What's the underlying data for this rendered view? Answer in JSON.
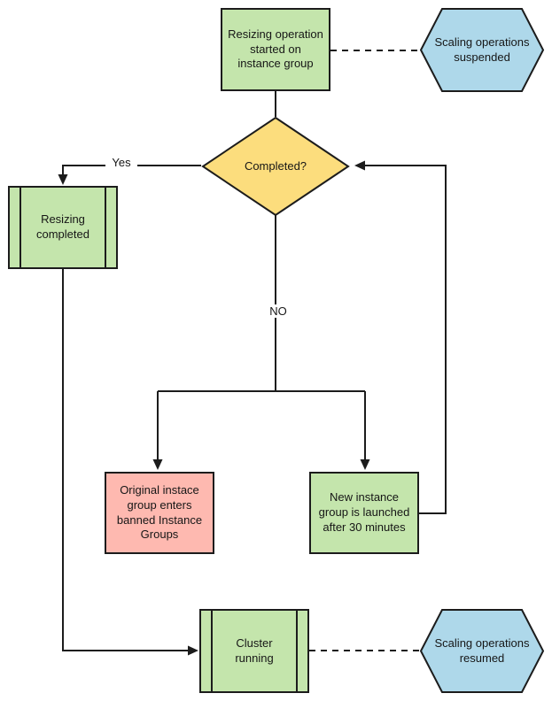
{
  "flowchart": {
    "nodes": {
      "resize_start": {
        "label": "Resizing operation\nstarted on\ninstance group",
        "shape": "process"
      },
      "scaling_suspended": {
        "label": "Scaling operations\nsuspended",
        "shape": "hexagon"
      },
      "completed": {
        "label": "Completed?",
        "shape": "decision"
      },
      "resizing_completed": {
        "label": "Resizing\ncompleted",
        "shape": "predefined-process"
      },
      "banned_group": {
        "label": "Original instace\ngroup enters\nbanned Instance\nGroups",
        "shape": "process"
      },
      "new_instance": {
        "label": "New instance\ngroup is launched\nafter 30 minutes",
        "shape": "process"
      },
      "cluster_running": {
        "label": "Cluster\nrunning",
        "shape": "predefined-process"
      },
      "scaling_resumed": {
        "label": "Scaling operations\nresumed",
        "shape": "hexagon"
      }
    },
    "edge_labels": {
      "yes": "Yes",
      "no": "NO"
    },
    "colors": {
      "process_green": "#c4e5ac",
      "event_blue": "#aed8ea",
      "decision_yellow": "#fcdd7d",
      "warning_pink": "#feb9b0",
      "stroke": "#1c1c1c"
    }
  }
}
